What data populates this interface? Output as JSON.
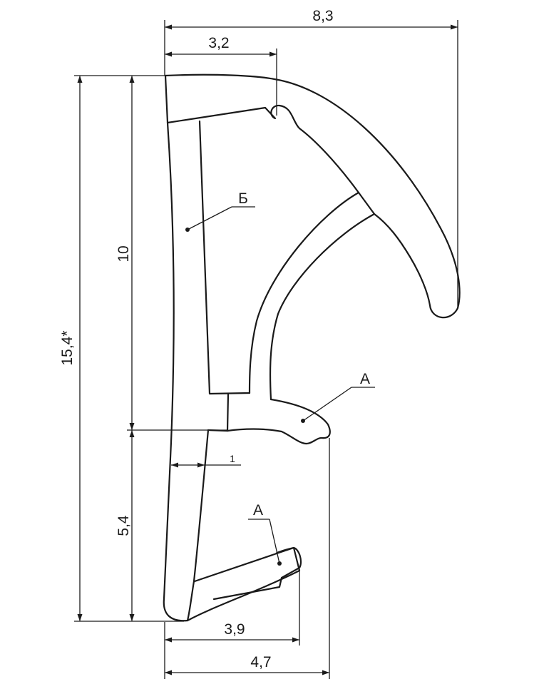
{
  "dimensions": {
    "total_width": "8,3",
    "top_width": "3,2",
    "total_height": "15,4*",
    "upper_height": "10",
    "lower_height": "5,4",
    "wall_thickness": "1",
    "bottom_width": "3,9",
    "mid_width": "4,7"
  },
  "labels": {
    "material_b": "Б",
    "material_a_upper": "А",
    "material_a_lower": "А"
  }
}
